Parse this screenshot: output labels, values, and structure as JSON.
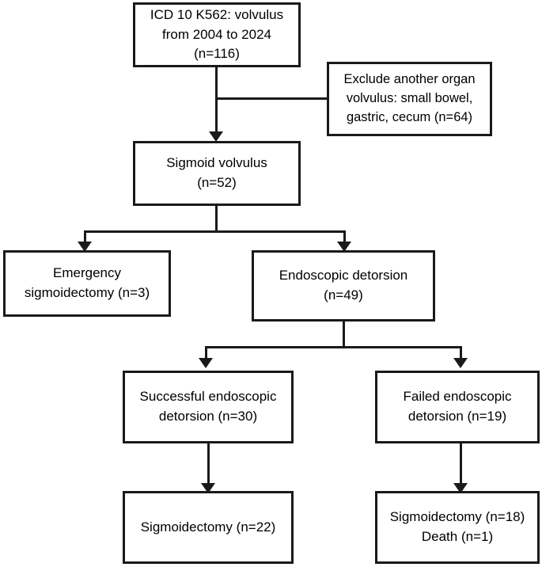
{
  "diagram": {
    "title": "Sigmoid volvulus patient flow diagram",
    "type": "flowchart",
    "stroke_color": "#1a1a1a",
    "background_color": "#ffffff",
    "nodes": [
      {
        "id": "cohort",
        "text": "ICD 10 K562: volvulus\nfrom 2004 to 2024\n(n=116)",
        "count": 116
      },
      {
        "id": "excluded",
        "text": "Exclude another organ\nvolvulus: small bowel,\ngastric, cecum (n=64)",
        "count": 64
      },
      {
        "id": "sigmoid",
        "text": "Sigmoid volvulus\n(n=52)",
        "count": 52
      },
      {
        "id": "emergency",
        "text": "Emergency\nsigmoidectomy (n=3)",
        "count": 3
      },
      {
        "id": "endoscopic",
        "text": "Endoscopic detorsion\n(n=49)",
        "count": 49
      },
      {
        "id": "successful",
        "text": "Successful endoscopic\ndetorsion (n=30)",
        "count": 30
      },
      {
        "id": "failed",
        "text": "Failed endoscopic\ndetorsion (n=19)",
        "count": 19
      },
      {
        "id": "sigmoidectomy22",
        "text": "Sigmoidectomy (n=22)",
        "count": 22
      },
      {
        "id": "sigmoidectomy18",
        "text": "Sigmoidectomy (n=18)\nDeath (n=1)",
        "count": 18
      }
    ]
  }
}
